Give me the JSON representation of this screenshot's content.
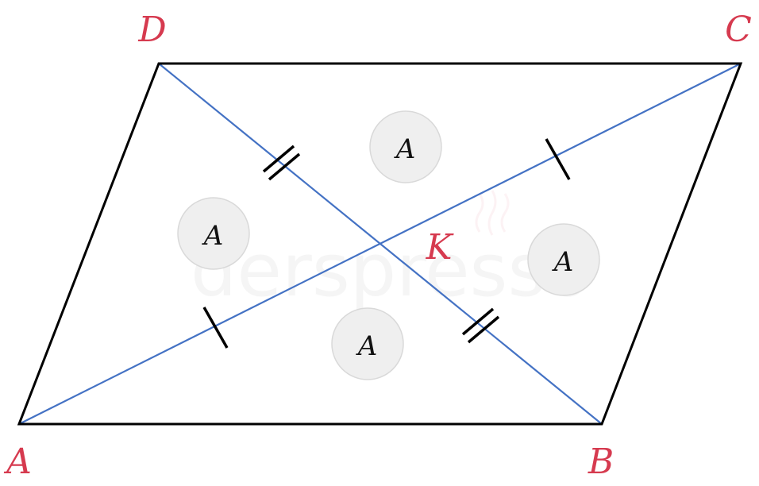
{
  "colors": {
    "outline": "#000000",
    "diagonal": "#4472c4",
    "vertex_label": "#d63a4f",
    "circle_fill": "#efefef",
    "circle_stroke": "#d9d9d9"
  },
  "vertices": {
    "A": "A",
    "B": "B",
    "C": "C",
    "D": "D"
  },
  "intersection": "K",
  "area_labels": [
    "A",
    "A",
    "A",
    "A"
  ],
  "watermark": "derspresso"
}
